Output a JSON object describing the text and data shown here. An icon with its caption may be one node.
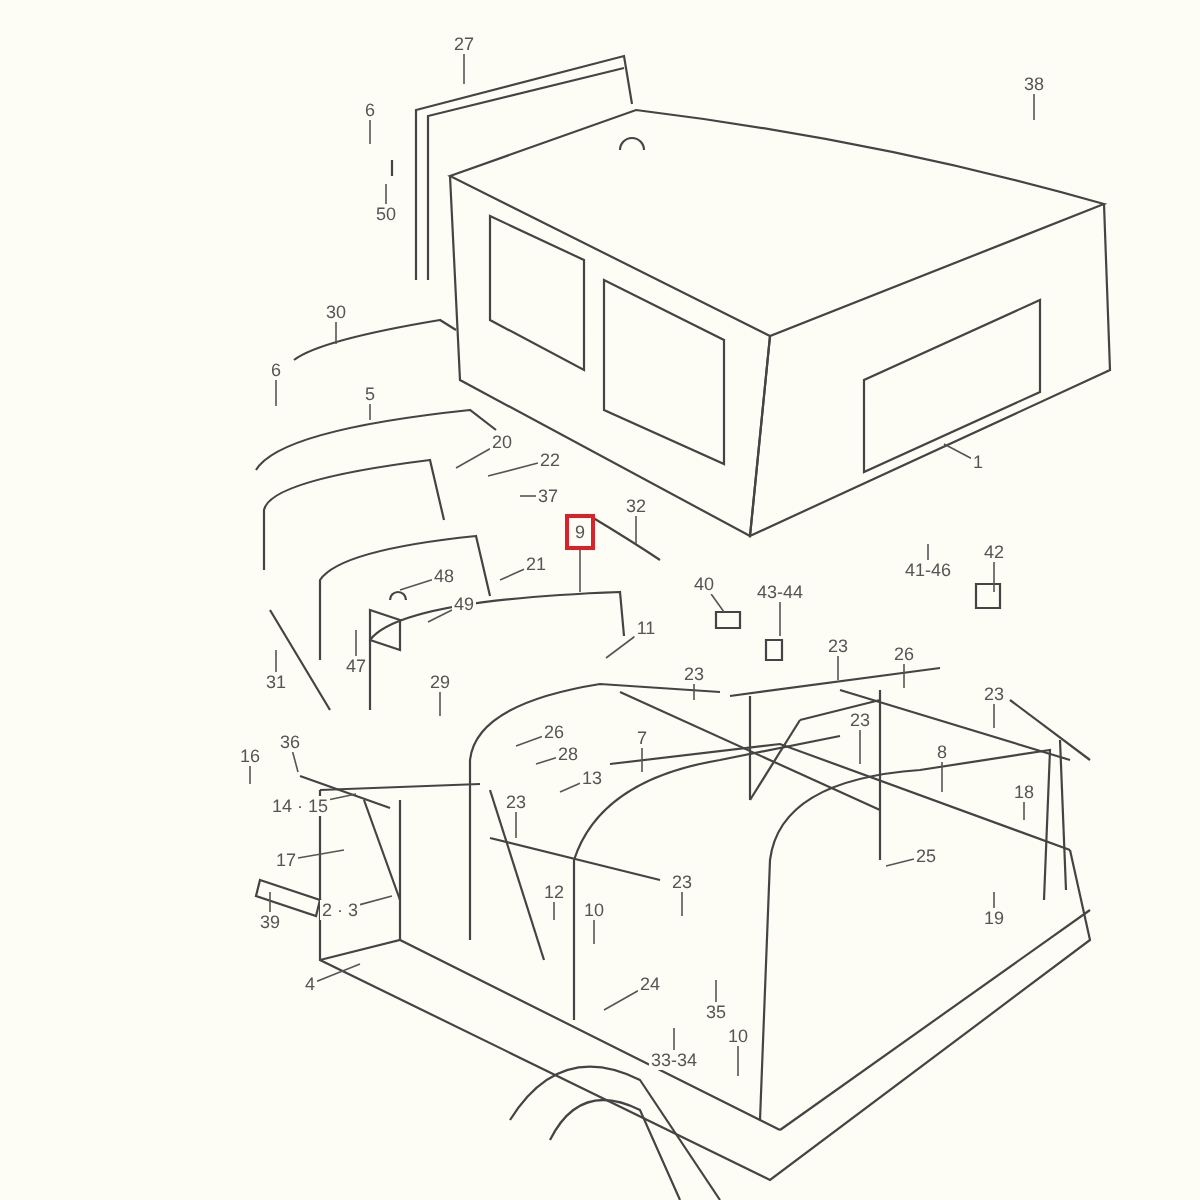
{
  "diagram": {
    "nodes": [
      {
        "text": [
          "27"
        ]
      },
      {
        "text": [
          "6"
        ]
      },
      {
        "text": [
          "50"
        ]
      },
      {
        "text": [
          "38"
        ]
      },
      {
        "text": [
          "30"
        ]
      },
      {
        "text": [
          "6"
        ]
      },
      {
        "text": [
          "5"
        ]
      },
      {
        "text": [
          "1"
        ]
      },
      {
        "text": [
          "20"
        ]
      },
      {
        "text": [
          "22"
        ]
      },
      {
        "text": [
          "37"
        ]
      },
      {
        "text": [
          "32"
        ]
      },
      {
        "text": [
          "9"
        ]
      },
      {
        "text": [
          "41-46"
        ]
      },
      {
        "text": [
          "42"
        ]
      },
      {
        "text": [
          "21"
        ]
      },
      {
        "text": [
          "48"
        ]
      },
      {
        "text": [
          "49"
        ]
      },
      {
        "text": [
          "40"
        ]
      },
      {
        "text": [
          "43-44"
        ]
      },
      {
        "text": [
          "11"
        ]
      },
      {
        "text": [
          "23"
        ]
      },
      {
        "text": [
          "23"
        ]
      },
      {
        "text": [
          "26"
        ]
      },
      {
        "text": [
          "47"
        ]
      },
      {
        "text": [
          "31"
        ]
      },
      {
        "text": [
          "29"
        ]
      },
      {
        "text": [
          "23"
        ]
      },
      {
        "text": [
          "23"
        ]
      },
      {
        "text": [
          "26"
        ]
      },
      {
        "text": [
          "7"
        ]
      },
      {
        "text": [
          "8"
        ]
      },
      {
        "text": [
          "16"
        ]
      },
      {
        "text": [
          "36"
        ]
      },
      {
        "text": [
          "28"
        ]
      },
      {
        "text": [
          "13"
        ]
      },
      {
        "text": [
          "23"
        ]
      },
      {
        "text": [
          "18"
        ]
      },
      {
        "text": [
          "14 · 15"
        ]
      },
      {
        "text": [
          "17"
        ]
      },
      {
        "text": [
          "25"
        ]
      },
      {
        "text": [
          "23"
        ]
      },
      {
        "text": [
          "12"
        ]
      },
      {
        "text": [
          "10"
        ]
      },
      {
        "text": [
          "39"
        ]
      },
      {
        "text": [
          "2 · 3"
        ]
      },
      {
        "text": [
          "19"
        ]
      },
      {
        "text": [
          "4"
        ]
      },
      {
        "text": [
          "24"
        ]
      },
      {
        "text": [
          "35"
        ]
      },
      {
        "text": [
          "10"
        ]
      },
      {
        "text": [
          "33-34"
        ]
      }
    ],
    "edges": [
      {
        "from": 0,
        "to": null,
        "arrow": "none"
      },
      {
        "from": 1,
        "to": null,
        "arrow": "none"
      },
      {
        "from": 2,
        "to": null,
        "arrow": "none"
      },
      {
        "from": 3,
        "to": null,
        "arrow": "none"
      },
      {
        "from": 4,
        "to": null,
        "arrow": "none"
      },
      {
        "from": 5,
        "to": null,
        "arrow": "none"
      },
      {
        "from": 6,
        "to": null,
        "arrow": "none"
      },
      {
        "from": 7,
        "to": null,
        "arrow": "none"
      },
      {
        "from": 8,
        "to": null,
        "arrow": "none"
      },
      {
        "from": 9,
        "to": null,
        "arrow": "none"
      },
      {
        "from": 10,
        "to": null,
        "arrow": "none"
      },
      {
        "from": 11,
        "to": null,
        "arrow": "none"
      },
      {
        "from": 12,
        "to": null,
        "arrow": "none"
      },
      {
        "from": 13,
        "to": null,
        "arrow": "none"
      },
      {
        "from": 14,
        "to": null,
        "arrow": "none"
      },
      {
        "from": 15,
        "to": null,
        "arrow": "none"
      },
      {
        "from": 16,
        "to": null,
        "arrow": "none"
      },
      {
        "from": 17,
        "to": null,
        "arrow": "none"
      },
      {
        "from": 18,
        "to": null,
        "arrow": "none"
      },
      {
        "from": 19,
        "to": null,
        "arrow": "none"
      },
      {
        "from": 20,
        "to": null,
        "arrow": "none"
      },
      {
        "from": 21,
        "to": null,
        "arrow": "none"
      },
      {
        "from": 22,
        "to": null,
        "arrow": "none"
      },
      {
        "from": 23,
        "to": null,
        "arrow": "none"
      },
      {
        "from": 24,
        "to": null,
        "arrow": "none"
      },
      {
        "from": 25,
        "to": null,
        "arrow": "none"
      },
      {
        "from": 26,
        "to": null,
        "arrow": "none"
      },
      {
        "from": 27,
        "to": null,
        "arrow": "none"
      },
      {
        "from": 28,
        "to": null,
        "arrow": "none"
      },
      {
        "from": 29,
        "to": null,
        "arrow": "none"
      },
      {
        "from": 30,
        "to": null,
        "arrow": "none"
      },
      {
        "from": 31,
        "to": null,
        "arrow": "none"
      },
      {
        "from": 32,
        "to": null,
        "arrow": "none"
      },
      {
        "from": 33,
        "to": null,
        "arrow": "none"
      },
      {
        "from": 34,
        "to": null,
        "arrow": "none"
      },
      {
        "from": 35,
        "to": null,
        "arrow": "none"
      },
      {
        "from": 36,
        "to": null,
        "arrow": "none"
      },
      {
        "from": 37,
        "to": null,
        "arrow": "none"
      },
      {
        "from": 38,
        "to": null,
        "arrow": "none"
      },
      {
        "from": 39,
        "to": null,
        "arrow": "none"
      },
      {
        "from": 40,
        "to": null,
        "arrow": "none"
      },
      {
        "from": 41,
        "to": null,
        "arrow": "none"
      },
      {
        "from": 42,
        "to": null,
        "arrow": "none"
      },
      {
        "from": 43,
        "to": null,
        "arrow": "none"
      },
      {
        "from": 44,
        "to": null,
        "arrow": "none"
      },
      {
        "from": 45,
        "to": null,
        "arrow": "none"
      },
      {
        "from": 46,
        "to": null,
        "arrow": "none"
      },
      {
        "from": 47,
        "to": null,
        "arrow": "none"
      },
      {
        "from": 48,
        "to": null,
        "arrow": "none"
      },
      {
        "from": 49,
        "to": null,
        "arrow": "none"
      },
      {
        "from": 50,
        "to": null,
        "arrow": "none"
      },
      {
        "from": 51,
        "to": null,
        "arrow": "none"
      }
    ]
  }
}
